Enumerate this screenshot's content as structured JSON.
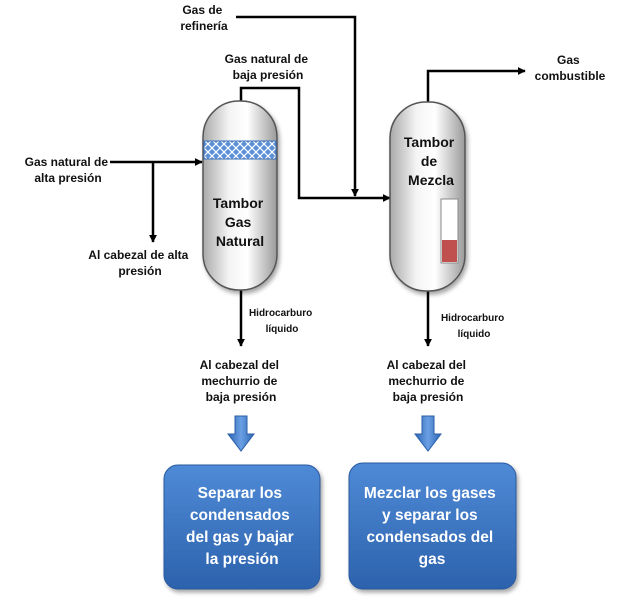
{
  "labels": {
    "refinery_gas": [
      "Gas de",
      "refinería"
    ],
    "low_pressure_gas": [
      "Gas natural de",
      "baja presión"
    ],
    "fuel_gas": [
      "Gas",
      "combustible"
    ],
    "high_pressure_gas": [
      "Gas natural de",
      "alta presión"
    ],
    "high_pressure_header": [
      "Al cabezal de alta",
      "presión"
    ],
    "liquid_hc_left": [
      "Hidrocarburo",
      "líquido"
    ],
    "liquid_hc_right": [
      "Hidrocarburo",
      "líquido"
    ],
    "flare_header_left": [
      "Al cabezal del",
      "mechurrio de",
      "baja presión"
    ],
    "flare_header_right": [
      "Al cabezal del",
      "mechurrio de",
      "baja presión"
    ]
  },
  "tanks": {
    "natural_gas": [
      "Tambor",
      "Gas",
      "Natural"
    ],
    "mixing": [
      "Tambor",
      "de",
      "Mezcla"
    ]
  },
  "level_gauge": {
    "fill_fraction": 0.35,
    "fill_color": "#c0504d"
  },
  "boxes": {
    "left": [
      "Separar los",
      "condensados",
      "del gas y bajar",
      "la presión"
    ],
    "right": [
      "Mezclar los gases",
      "y separar los",
      "condensados del",
      "gas"
    ]
  },
  "colors": {
    "box_blue": "#3a76c4",
    "arrow_blue": "#3f7fcf",
    "mesh_blue": "#5b8fd6"
  }
}
